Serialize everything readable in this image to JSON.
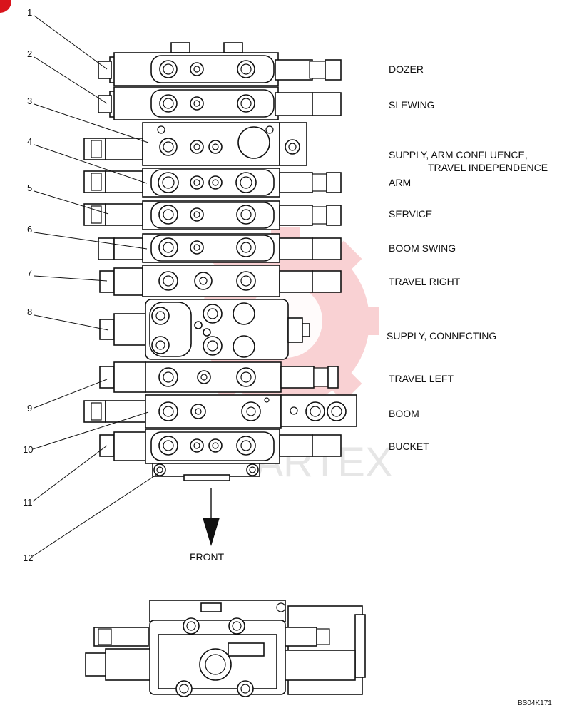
{
  "diagram": {
    "callouts": [
      "1",
      "2",
      "3",
      "4",
      "5",
      "6",
      "7",
      "8",
      "9",
      "10",
      "11",
      "12"
    ],
    "sections": [
      "DOZER",
      "SLEWING",
      "SUPPLY, ARM CONFLUENCE,",
      "TRAVEL INDEPENDENCE",
      "ARM",
      "SERVICE",
      "BOOM SWING",
      "TRAVEL RIGHT",
      "SUPPLY, CONNECTING",
      "TRAVEL LEFT",
      "BOOM",
      "BUCKET"
    ],
    "front_label": "FRONT",
    "figure_code": "BS04K171",
    "watermark_text": "MARTEX",
    "watermark_color": "#e8323c",
    "corner_badge_color": "#d9141c"
  }
}
